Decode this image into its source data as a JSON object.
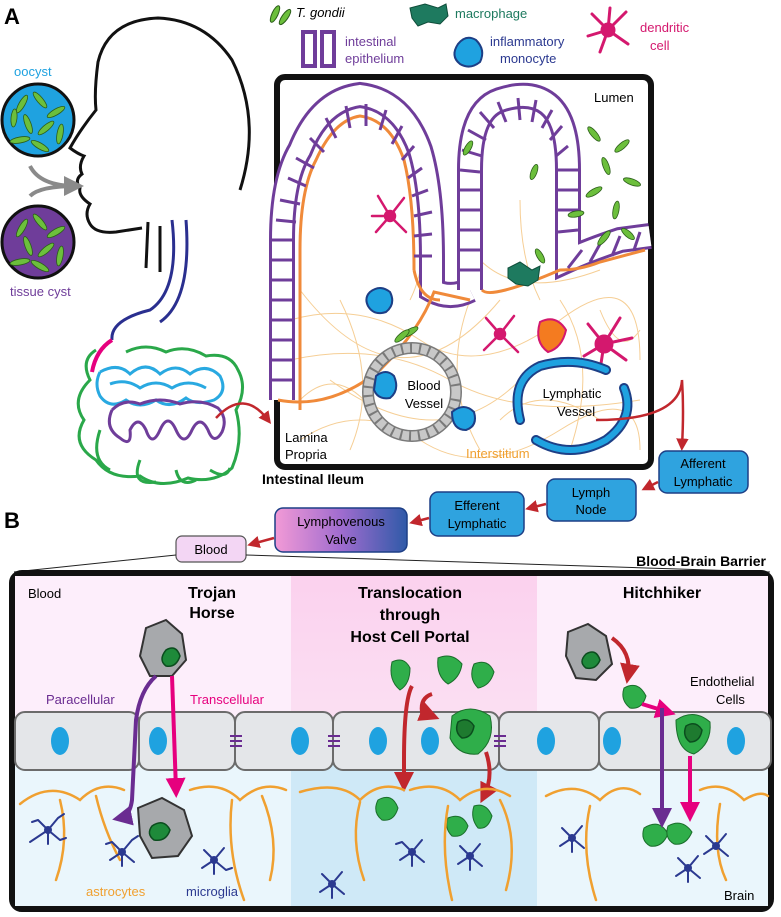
{
  "panels": {
    "a": "A",
    "b": "B"
  },
  "colors": {
    "epithelium": "#6f3d9a",
    "lumen_line": "#f08a3a",
    "toxo": "#6cbf3c",
    "macrophage": "#1e7a5f",
    "monocyte": "#1fa2e0",
    "dendritic": "#d4186e",
    "lymph_box": "#2fa3df",
    "arrow_red": "#c1272d",
    "para_purple": "#6a2c91",
    "trans_pink": "#e6007e",
    "astrocyte": "#f0a030",
    "microglia": "#2b3990"
  },
  "legend": {
    "tgondii": "T. gondii",
    "macrophage": "macrophage",
    "dendritic_line1": "dendritic",
    "dendritic_line2": "cell",
    "epithelium_line1": "intestinal",
    "epithelium_line2": "epithelium",
    "monocyte_line1": "inflammatory",
    "monocyte_line2": "monocyte"
  },
  "panel_a": {
    "oocyst": "oocyst",
    "tissue_cyst": "tissue cyst",
    "lumen": "Lumen",
    "blood_vessel_line1": "Blood",
    "blood_vessel_line2": "Vessel",
    "lymphatic_line1": "Lymphatic",
    "lymphatic_line2": "Vessel",
    "lamina_line1": "Lamina",
    "lamina_line2": "Propria",
    "interstitium": "Interstitium",
    "intestinal_ileum": "Intestinal Ileum"
  },
  "flow": {
    "afferent_line1": "Afferent",
    "afferent_line2": "Lymphatic",
    "lymph_node_line1": "Lymph",
    "lymph_node_line2": "Node",
    "efferent_line1": "Efferent",
    "efferent_line2": "Lymphatic",
    "valve_line1": "Lymphovenous",
    "valve_line2": "Valve",
    "blood": "Blood"
  },
  "panel_b": {
    "bbb": "Blood-Brain Barrier",
    "blood": "Blood",
    "brain": "Brain",
    "trojan_line1": "Trojan",
    "trojan_line2": "Horse",
    "transloc_line1": "Translocation",
    "transloc_line2": "through",
    "transloc_line3": "Host Cell Portal",
    "hitchhiker": "Hitchhiker",
    "endothelial_line1": "Endothelial",
    "endothelial_line2": "Cells",
    "paracellular": "Paracellular",
    "transcellular": "Transcellular",
    "astrocytes": "astrocytes",
    "microglia": "microglia"
  }
}
